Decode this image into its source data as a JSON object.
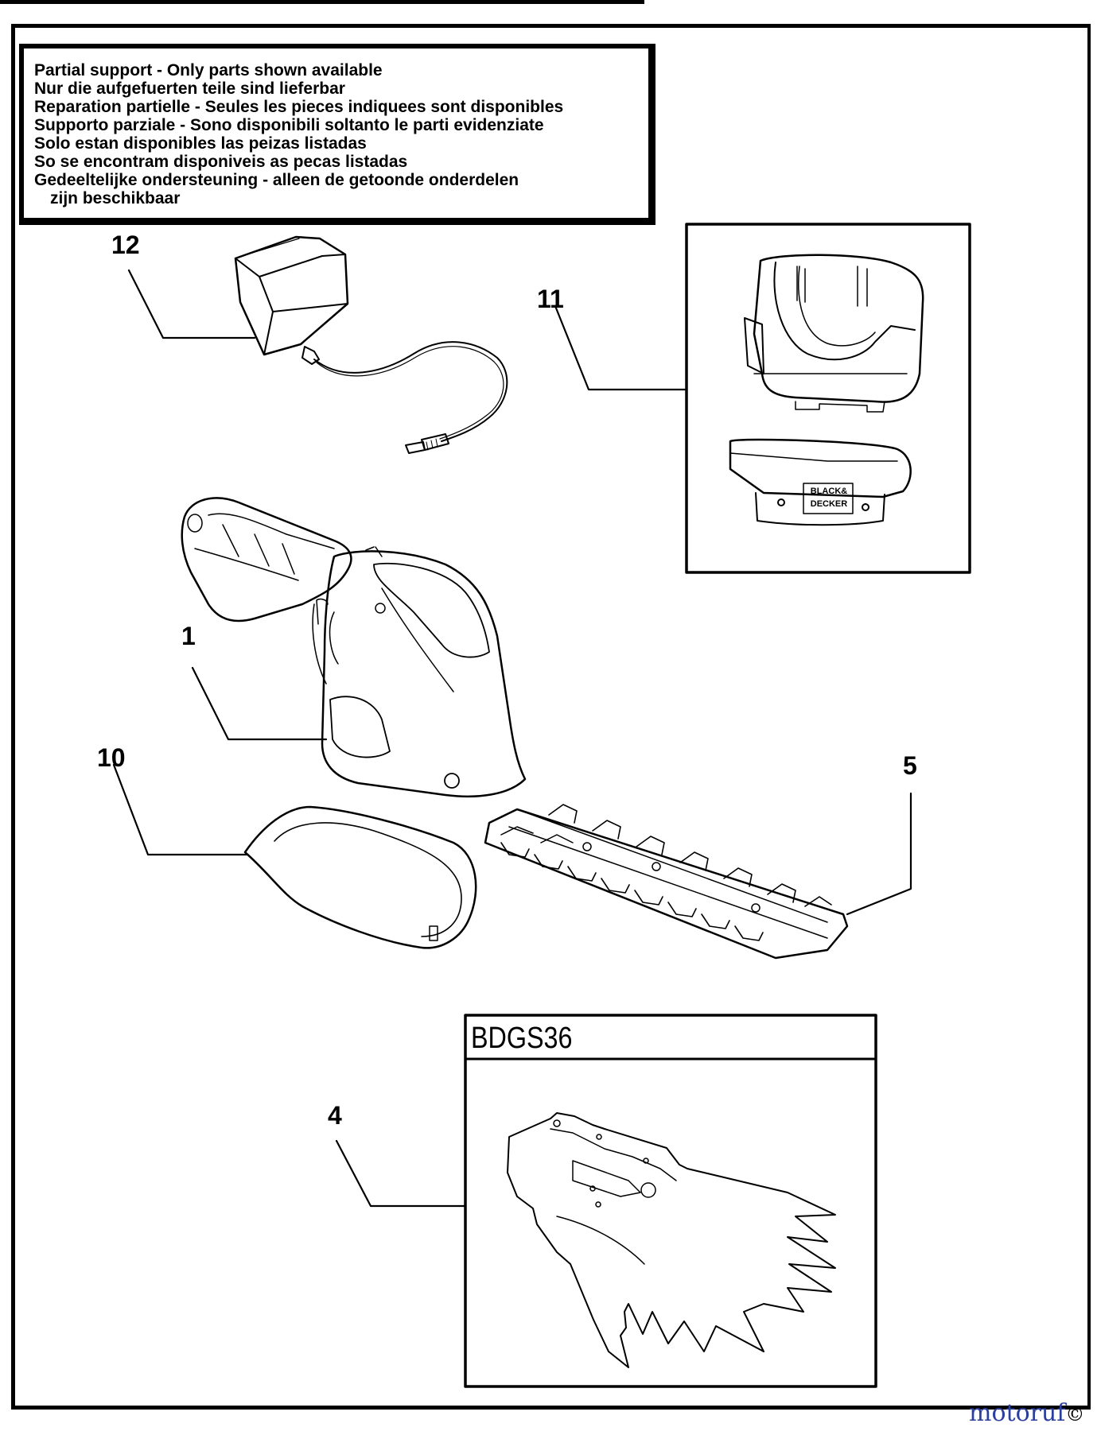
{
  "notice": {
    "lines": [
      "Partial support - Only parts shown available",
      "Nur die aufgefuerten teile sind lieferbar",
      "Reparation partielle - Seules les pieces indiquees sont disponibles",
      "Supporto parziale - Sono disponibili soltanto le parti evidenziate",
      "Solo estan disponibles las peizas listadas",
      "So se encontram disponiveis as pecas listadas",
      "Gedeeltelijke ondersteuning - alleen de getoonde onderdelen",
      "zijn beschikbaar"
    ]
  },
  "callouts": {
    "charger": "12",
    "battery": "11",
    "body": "1",
    "guard": "10",
    "hedge_blade": "5",
    "shear_blade": "4"
  },
  "model_box": {
    "title": "BDGS36"
  },
  "battery_brand": {
    "line1": "BLACK&",
    "line2": "DECKER"
  },
  "footer": {
    "brand": "motoruf",
    "copyright_symbol": "©"
  },
  "colors": {
    "ink": "#000000",
    "footer_brand": "#2b3f9e",
    "background": "#ffffff"
  }
}
